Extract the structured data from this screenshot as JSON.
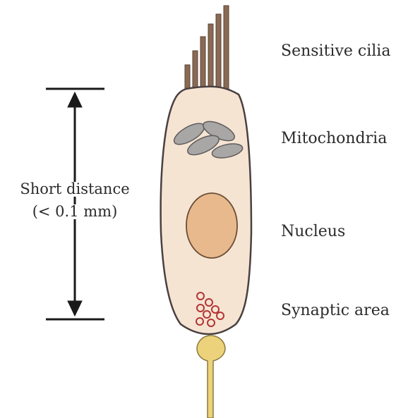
{
  "labels": {
    "sensitive_cilia": "Sensitive cilia",
    "mitochondria": "Mitochondria",
    "nucleus": "Nucleus",
    "synaptic_area": "Synaptic area",
    "distance_line1": "Short distance",
    "distance_line2": "(< 0.1 mm)"
  },
  "colors": {
    "cell_fill": "#f6e4d3",
    "cell_outline": "#4a4040",
    "cilia": "#8a6a55",
    "mitochondria_fill": "#a9a6a6",
    "nucleus_fill": "#e8b98c",
    "vesicle": "#b33434",
    "axon_fill": "#ecd27a",
    "line": "#1a1a1a"
  }
}
